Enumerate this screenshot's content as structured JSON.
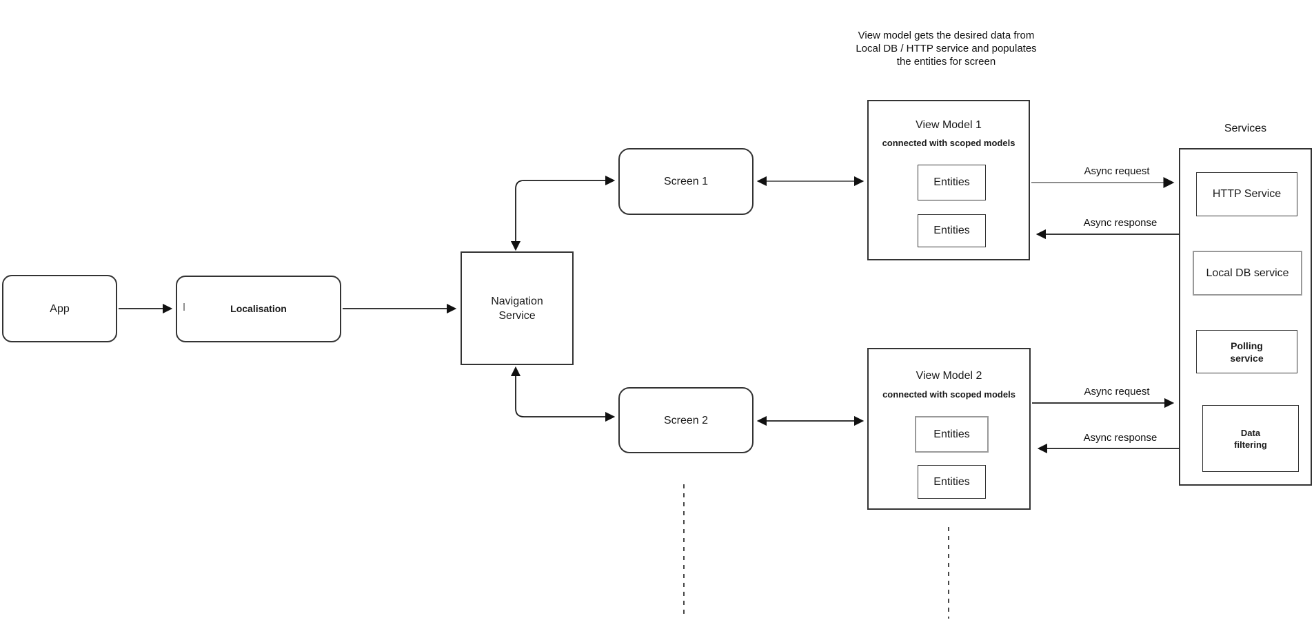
{
  "note": "View model gets the desired data from\nLocal DB / HTTP service and populates\nthe entities for screen",
  "nodes": {
    "app": {
      "label": "App"
    },
    "localisation": {
      "label": "Localisation"
    },
    "navigation": {
      "label": "Navigation\nService"
    },
    "screen1": {
      "label": "Screen 1"
    },
    "screen2": {
      "label": "Screen 2"
    },
    "vm1": {
      "title": "View Model 1",
      "subtitle": "connected with scoped models",
      "entities": [
        "Entities",
        "Entities"
      ]
    },
    "vm2": {
      "title": "View Model 2",
      "subtitle": "connected with scoped models",
      "entities": [
        "Entities",
        "Entities"
      ]
    },
    "services": {
      "title": "Services",
      "items": [
        "HTTP Service",
        "Local DB service",
        "Polling\nservice",
        "Data\nfiltering"
      ]
    }
  },
  "edge_labels": {
    "vm1_request": "Async request",
    "vm1_response": "Async response",
    "vm2_request": "Async request",
    "vm2_response": "Async response"
  },
  "colors": {
    "background": "#ffffff",
    "stroke": "#1a1a1a",
    "gray_stroke": "#999999",
    "gray_line": "#8c8c8c"
  }
}
